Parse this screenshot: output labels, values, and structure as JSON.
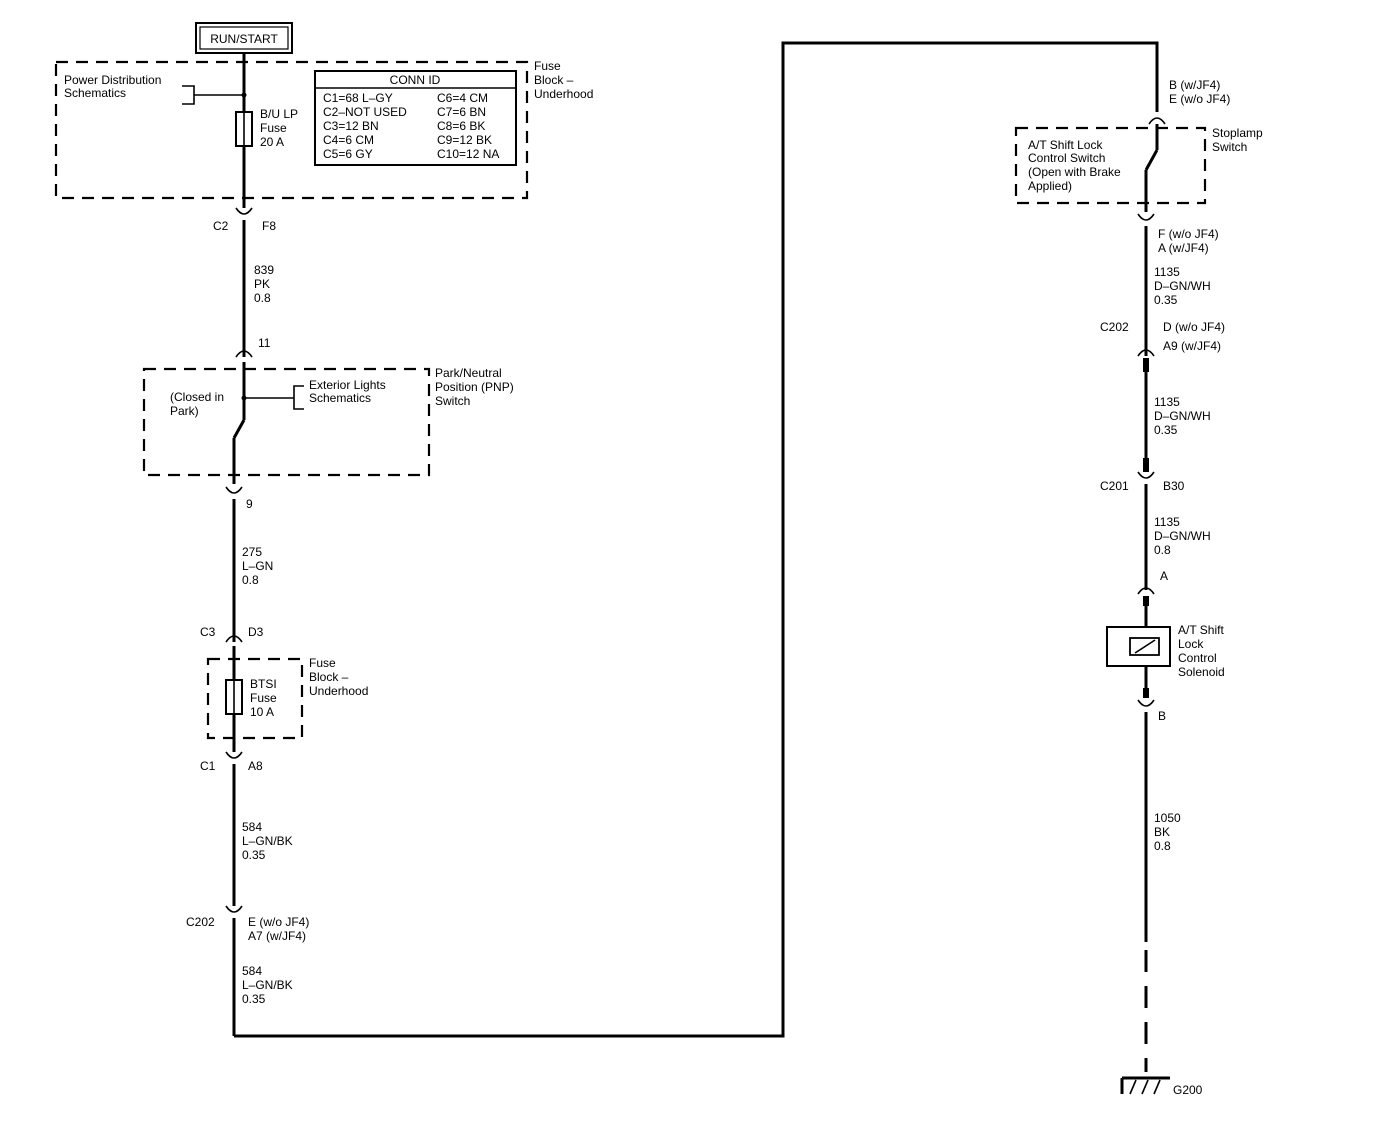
{
  "power_label": "RUN/START",
  "fuse_block_top": {
    "title": [
      "Fuse",
      "Block –",
      "Underhood"
    ],
    "power_dist_ref": [
      "Power Distribution",
      "Schematics"
    ],
    "fuse": [
      "B/U LP",
      "Fuse",
      "20 A"
    ],
    "conn_id": {
      "header": "CONN ID",
      "rows": [
        [
          "C1=68 L–GY",
          "C6=4 CM"
        ],
        [
          "C2–NOT USED",
          "C7=6 BN"
        ],
        [
          "C3=12 BN",
          "C8=6 BK"
        ],
        [
          "C4=6 CM",
          "C9=12 BK"
        ],
        [
          "C5=6 GY",
          "C10=12 NA"
        ]
      ]
    }
  },
  "conn_c2": {
    "conn": "C2",
    "pin": "F8"
  },
  "wire_839": [
    "839",
    "PK",
    "0.8"
  ],
  "pnp_switch": {
    "pin_in": "11",
    "pin_out": "9",
    "title": [
      "Park/Neutral",
      "Position (PNP)",
      "Switch"
    ],
    "state": [
      "(Closed in",
      "Park)"
    ],
    "ext_lights_ref": [
      "Exterior Lights",
      "Schematics"
    ]
  },
  "wire_275": [
    "275",
    "L–GN",
    "0.8"
  ],
  "conn_c3": {
    "conn": "C3",
    "pin": "D3"
  },
  "fuse_block_bottom": {
    "title": [
      "Fuse",
      "Block –",
      "Underhood"
    ],
    "fuse": [
      "BTSI",
      "Fuse",
      "10 A"
    ]
  },
  "conn_c1": {
    "conn": "C1",
    "pin": "A8"
  },
  "wire_584_a": [
    "584",
    "L–GN/BK",
    "0.35"
  ],
  "conn_c202_left": {
    "conn": "C202",
    "pins": [
      "E (w/o JF4)",
      "A7 (w/JF4)"
    ]
  },
  "wire_584_b": [
    "584",
    "L–GN/BK",
    "0.35"
  ],
  "stoplamp": {
    "pin_in": [
      "B (w/JF4)",
      "E (w/o JF4)"
    ],
    "title": [
      "Stoplamp",
      "Switch"
    ],
    "desc": [
      "A/T Shift Lock",
      "Control Switch",
      "(Open with Brake",
      "Applied)"
    ],
    "pin_out": [
      "F (w/o JF4)",
      "A (w/JF4)"
    ]
  },
  "wire_1135_a": [
    "1135",
    "D–GN/WH",
    "0.35"
  ],
  "conn_c202_right": {
    "conn": "C202",
    "pins": [
      "D (w/o JF4)",
      "A9 (w/JF4)"
    ]
  },
  "wire_1135_b": [
    "1135",
    "D–GN/WH",
    "0.35"
  ],
  "conn_c201": {
    "conn": "C201",
    "pin": "B30"
  },
  "wire_1135_c": [
    "1135",
    "D–GN/WH",
    "0.8"
  ],
  "solenoid": {
    "pin_in": "A",
    "pin_out": "B",
    "title": [
      "A/T Shift",
      "Lock",
      "Control",
      "Solenoid"
    ]
  },
  "wire_1050": [
    "1050",
    "BK",
    "0.8"
  ],
  "ground": "G200"
}
